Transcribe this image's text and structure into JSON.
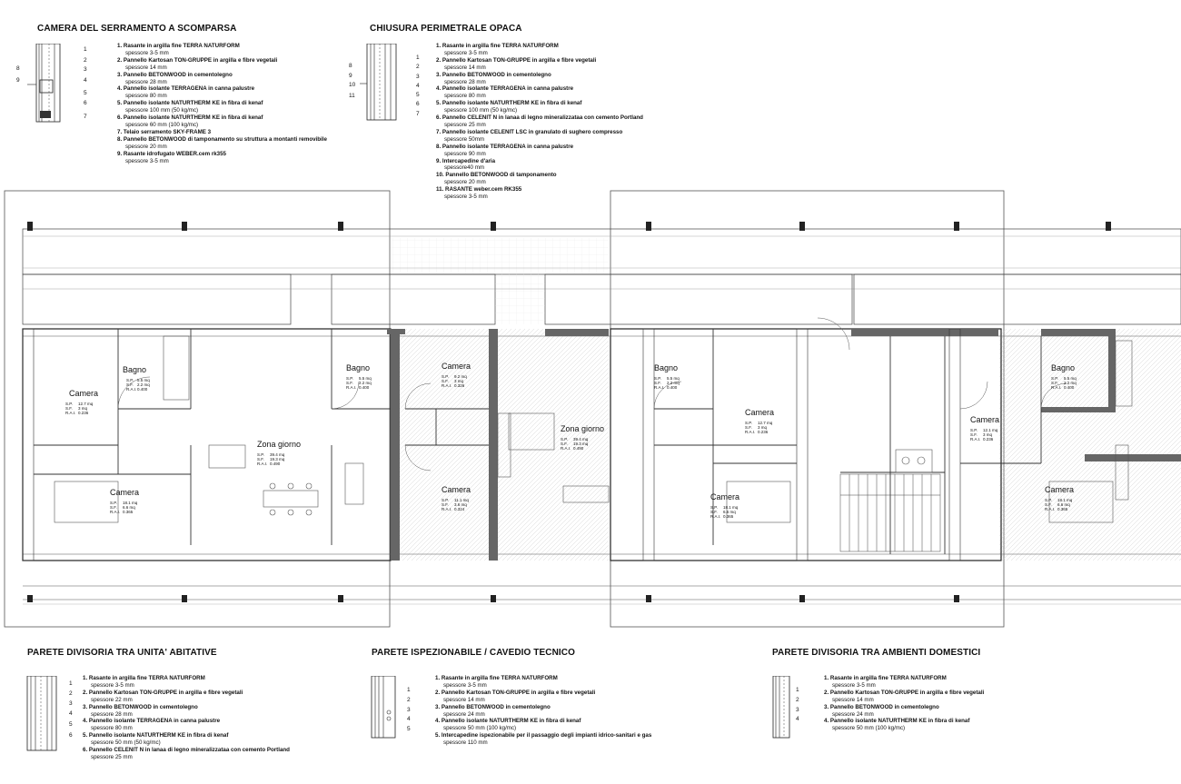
{
  "sections": [
    {
      "id": "camera-serramento",
      "title": "CAMERA DEL SERRAMENTO A SCOMPARSA",
      "left_nums": [
        "8",
        "9"
      ],
      "right_nums": [
        "1",
        "2",
        "3",
        "4",
        "5",
        "6",
        "7"
      ],
      "items": [
        {
          "name": "1. Rasante in argilla fine TERRA NATURFORM",
          "spec": "spessore 3-5 mm"
        },
        {
          "name": "2. Pannello Kartosan TON-GRUPPE in argilla e fibre vegetali",
          "spec": "spessore 14 mm"
        },
        {
          "name": "3. Pannello BETONWOOD in cementolegno",
          "spec": "spessore 28 mm"
        },
        {
          "name": "4. Pannello isolante TERRAGENA in canna palustre",
          "spec": "spessore 80 mm"
        },
        {
          "name": "5. Pannello isolante NATURTHERM KE in fibra di kenaf",
          "spec": "spessore 100 mm (50 kg/mc)"
        },
        {
          "name": "6. Pannello isolante NATURTHERM KE in fibra di kenaf",
          "spec": "spessore 60 mm (100 kg/mc)"
        },
        {
          "name": "7. Telaio serramento SKY-FRAME 3",
          "spec": ""
        },
        {
          "name": "8. Pannello BETONWOOD di tamponamento su struttura a montanti removibile",
          "spec": "spessore 20 mm"
        },
        {
          "name": "9. Rasante idrofugato WEBER.cem rk355",
          "spec": "spessore 3-5 mm"
        }
      ]
    },
    {
      "id": "chiusura-perimetrale",
      "title": "CHIUSURA PERIMETRALE OPACA",
      "left_nums": [
        "8",
        "9",
        "10",
        "11"
      ],
      "right_nums": [
        "1",
        "2",
        "3",
        "4",
        "5",
        "6",
        "7"
      ],
      "items": [
        {
          "name": "1. Rasante in argilla fine TERRA NATURFORM",
          "spec": "spessore 3-5 mm"
        },
        {
          "name": "2. Pannello Kartosan TON-GRUPPE in argilla e fibre vegetali",
          "spec": "spessore 14 mm"
        },
        {
          "name": "3. Pannello BETONWOOD in cementolegno",
          "spec": "spessore 28 mm"
        },
        {
          "name": "4. Pannello isolante TERRAGENA in canna palustre",
          "spec": "spessore 80 mm"
        },
        {
          "name": "5. Pannello isolante NATURTHERM KE in fibra di kenaf",
          "spec": "spessore 100 mm (50 kg/mc)"
        },
        {
          "name": "6. Pannello CELENIT N in lanaa di legno mineralizzataa con cemento Portland",
          "spec": "spessore 25 mm"
        },
        {
          "name": "7. Pannello isolante CELENIT LSC in granulato di sughero compresso",
          "spec": "spessore 50mm"
        },
        {
          "name": "8. Pannello isolante TERRAGENA in canna palustre",
          "spec": "spessore 90 mm"
        },
        {
          "name": "9. Intercapedine d'aria",
          "spec": "spessore40 mm"
        },
        {
          "name": "10. Pannello BETONWOOD di tamponamento",
          "spec": "spessore 20 mm"
        },
        {
          "name": "11. RASANTE weber.cem RK355",
          "spec": "spessore 3-5 mm"
        }
      ]
    },
    {
      "id": "parete-unita",
      "title": "PARETE DIVISORIA TRA UNITA' ABITATIVE",
      "left_nums": [],
      "right_nums": [
        "1",
        "2",
        "3",
        "4",
        "5",
        "6"
      ],
      "items": [
        {
          "name": "1. Rasante in argilla fine TERRA NATURFORM",
          "spec": "spessore 3-5 mm"
        },
        {
          "name": "2. Pannello Kartosan TON-GRUPPE in argilla e fibre vegetali",
          "spec": "spessore 22 mm"
        },
        {
          "name": "3. Pannello BETONWOOD in cementolegno",
          "spec": "spessore 28 mm"
        },
        {
          "name": "4. Pannello isolante TERRAGENA in canna palustre",
          "spec": "spessore 80 mm"
        },
        {
          "name": "5. Pannello isolante NATURTHERM KE in fibra di kenaf",
          "spec": "spessore 50 mm (50 kg/mc)"
        },
        {
          "name": "6. Pannello CELENIT N in lanaa di legno mineralizzataa con cemento Portland",
          "spec": "spessore 25 mm"
        }
      ]
    },
    {
      "id": "parete-ispezionabile",
      "title": "PARETE ISPEZIONABILE / CAVEDIO TECNICO",
      "left_nums": [],
      "right_nums": [
        "1",
        "2",
        "3",
        "4",
        "5"
      ],
      "items": [
        {
          "name": "1. Rasante in argilla fine TERRA NATURFORM",
          "spec": "spessore 3-5 mm"
        },
        {
          "name": "2. Pannello Kartosan TON-GRUPPE in argilla e fibre vegetali",
          "spec": "spessore 14 mm"
        },
        {
          "name": "3. Pannello BETONWOOD in cementolegno",
          "spec": "spessore 24 mm"
        },
        {
          "name": "4. Pannello isolante NATURTHERM KE in fibra di kenaf",
          "spec": "spessore 50 mm (100 kg/mc)"
        },
        {
          "name": "5. Intercapedine ispezionabile per il passaggio degli impianti idrico-sanitari e gas",
          "spec": "spessore 110 mm"
        }
      ]
    },
    {
      "id": "parete-ambienti",
      "title": "PARETE DIVISORIA TRA AMBIENTI DOMESTICI",
      "left_nums": [],
      "right_nums": [
        "1",
        "2",
        "3",
        "4"
      ],
      "items": [
        {
          "name": "1. Rasante in argilla fine TERRA NATURFORM",
          "spec": "spessore 3-5 mm"
        },
        {
          "name": "2. Pannello Kartosan TON-GRUPPE in argilla e fibre vegetali",
          "spec": "spessore 14 mm"
        },
        {
          "name": "3. Pannello BETONWOOD in cementolegno",
          "spec": "spessore 24 mm"
        },
        {
          "name": "4. Pannello isolante NATURTHERM KE in fibra di kenaf",
          "spec": "spessore 50 mm (100 kg/mc)"
        }
      ]
    }
  ],
  "plan": {
    "area_labels": {
      "sp": "S.P.",
      "sf": "S.F.",
      "rai": "R.A.I."
    },
    "rooms": [
      {
        "id": "bagno-1",
        "name": "Bagno",
        "sp": "5.5 mq",
        "sf": "2.2 mq",
        "rai": "0.400"
      },
      {
        "id": "camera-1",
        "name": "Camera",
        "sp": "12.7 mq",
        "sf": "3 mq",
        "rai": "0.236"
      },
      {
        "id": "camera-2",
        "name": "Camera",
        "sp": "18.1 mq",
        "sf": "6.6 mq",
        "rai": "0.365"
      },
      {
        "id": "zona-giorno-1",
        "name": "Zona giorno",
        "sp": "39.4 mq",
        "sf": "19.3 mq",
        "rai": "0.490"
      },
      {
        "id": "bagno-2",
        "name": "Bagno",
        "sp": "5.5 mq",
        "sf": "2.2 mq",
        "rai": "0.400"
      },
      {
        "id": "camera-3",
        "name": "Camera",
        "sp": "9.2 mq",
        "sf": "3 mq",
        "rai": "0.326"
      },
      {
        "id": "camera-4",
        "name": "Camera",
        "sp": "11.1 mq",
        "sf": "3.6 mq",
        "rai": "0.324"
      },
      {
        "id": "zona-giorno-2",
        "name": "Zona giorno",
        "sp": "39.4 mq",
        "sf": "19.3 mq",
        "rai": "0.490"
      },
      {
        "id": "bagno-3",
        "name": "Bagno",
        "sp": "5.5 mq",
        "sf": "2.2 mq",
        "rai": "0.400"
      },
      {
        "id": "camera-5",
        "name": "Camera",
        "sp": "12.7 mq",
        "sf": "3 mq",
        "rai": "0.236"
      },
      {
        "id": "camera-6",
        "name": "Camera",
        "sp": "18.1 mq",
        "sf": "6.6 mq",
        "rai": "0.365"
      },
      {
        "id": "camera-7",
        "name": "Camera",
        "sp": "12.1 mq",
        "sf": "3 mq",
        "rai": "0.236"
      },
      {
        "id": "bagno-4",
        "name": "Bagno",
        "sp": "5.5 mq",
        "sf": "2.2 mq",
        "rai": "0.400"
      },
      {
        "id": "camera-8",
        "name": "Camera",
        "sp": "18.1 mq",
        "sf": "6.6 mq",
        "rai": "0.365"
      }
    ]
  },
  "colors": {
    "wall": "#666666",
    "line": "#222222",
    "thin": "#888888",
    "hatch": "#cfcfcf"
  }
}
